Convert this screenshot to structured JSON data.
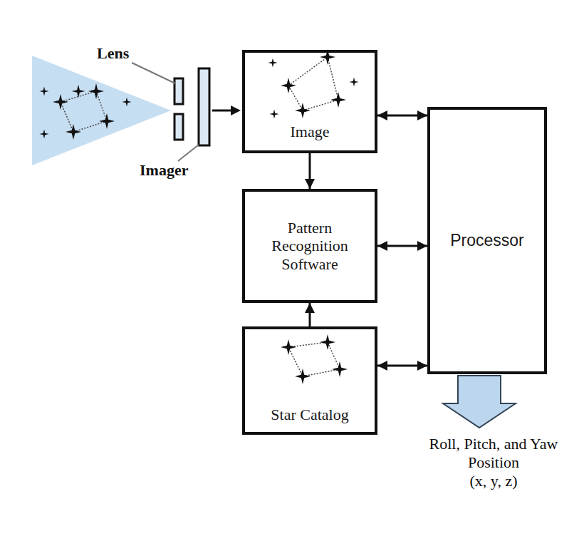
{
  "diagram": {
    "nodes": [
      {
        "text": [
          "Image"
        ]
      },
      {
        "text": [
          "Pattern Recognition Software"
        ]
      },
      {
        "text": [
          "Star Catalog"
        ]
      },
      {
        "text": [
          "Processor"
        ]
      }
    ],
    "edges": [
      {
        "from": 0,
        "to": 1,
        "arrow": "to"
      },
      {
        "from": 2,
        "to": 1,
        "arrow": "to"
      },
      {
        "from": 0,
        "to": 3,
        "arrow": "both"
      },
      {
        "from": 1,
        "to": 3,
        "arrow": "both"
      },
      {
        "from": 2,
        "to": 3,
        "arrow": "both"
      }
    ],
    "labels": [
      "Lens",
      "Imager",
      "Roll, Pitch, and Yaw Position",
      "(x, y, z)"
    ]
  }
}
